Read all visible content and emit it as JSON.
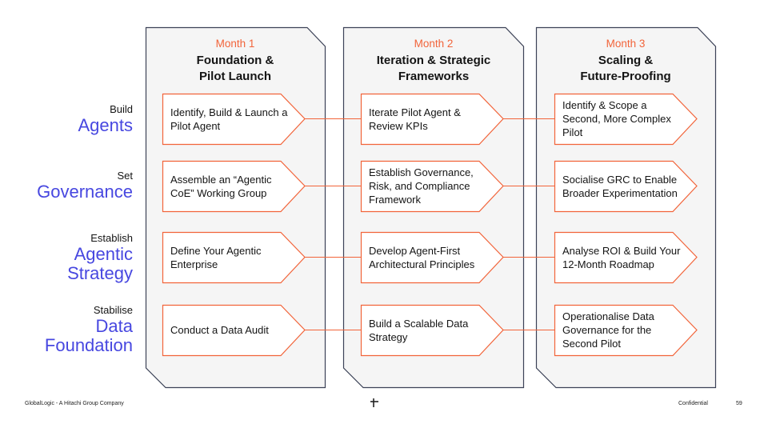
{
  "colors": {
    "accent": "#f2643a",
    "row_title": "#4747e0",
    "column_border": "#3c4257",
    "column_fill": "#f5f5f5",
    "text": "#141414"
  },
  "columns": [
    {
      "month": "Month 1",
      "title_line1": "Foundation &",
      "title_line2": "Pilot Launch"
    },
    {
      "month": "Month 2",
      "title_line1": "Iteration & Strategic",
      "title_line2": "Frameworks"
    },
    {
      "month": "Month 3",
      "title_line1": "Scaling &",
      "title_line2": "Future-Proofing"
    }
  ],
  "rows": [
    {
      "verb": "Build",
      "noun_line1": "Agents",
      "noun_line2": "",
      "tasks": [
        "Identify, Build & Launch a Pilot Agent",
        "Iterate Pilot Agent & Review KPIs",
        "Identify & Scope a Second, More Complex Pilot"
      ]
    },
    {
      "verb": "Set",
      "noun_line1": "Governance",
      "noun_line2": "",
      "tasks": [
        "Assemble an “Agentic CoE” Working Group",
        "Establish Governance, Risk, and Compliance Framework",
        "Socialise GRC to Enable Broader Experimentation"
      ]
    },
    {
      "verb": "Establish",
      "noun_line1": "Agentic",
      "noun_line2": "Strategy",
      "tasks": [
        "Define Your Agentic Enterprise",
        "Develop Agent-First Architectural Principles",
        "Analyse ROI & Build Your 12-Month Roadmap"
      ]
    },
    {
      "verb": "Stabilise",
      "noun_line1": "Data",
      "noun_line2": "Foundation",
      "tasks": [
        "Conduct a Data Audit",
        "Build a Scalable Data Strategy",
        "Operationalise Data Governance for the Second Pilot"
      ]
    }
  ],
  "footer": {
    "company": "GlobalLogic - A Hitachi Group Company",
    "logo_icon": "plus-mark-icon",
    "confidentiality": "Confidential",
    "page_number": "59"
  }
}
